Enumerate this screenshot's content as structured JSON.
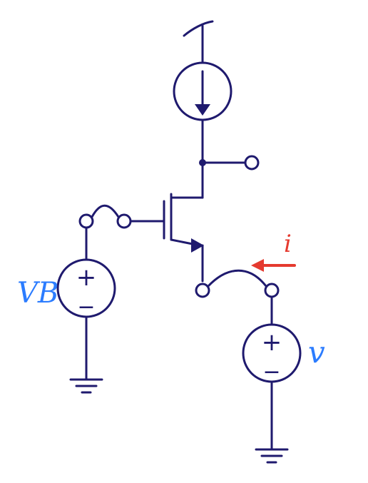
{
  "labels": {
    "vb": "VB",
    "v": "v",
    "i": "i",
    "plus": "+",
    "minus": "−"
  },
  "colors": {
    "wire": "#1f1a6e",
    "label_blue": "#2b7cff",
    "label_red": "#e53a2f"
  }
}
